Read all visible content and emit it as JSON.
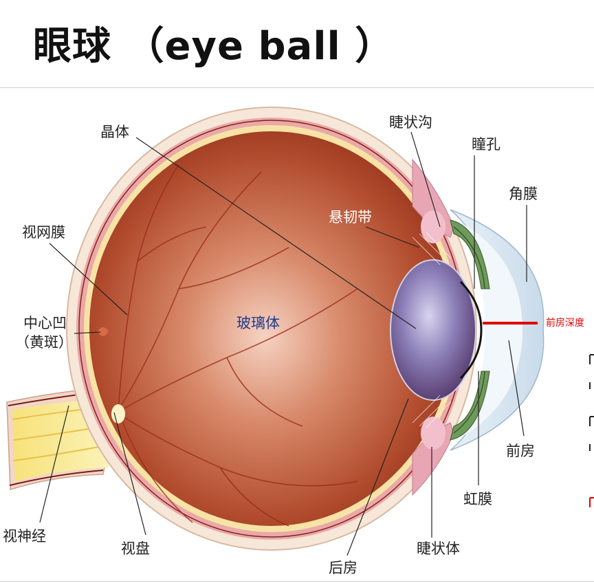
{
  "title": "眼球  （eye ball ）",
  "labels": {
    "lens": "晶体",
    "ciliary_sulcus": "睫状沟",
    "pupil": "瞳孔",
    "cornea": "角膜",
    "zonule": "悬韧带",
    "retina": "视网膜",
    "vitreous": "玻璃体",
    "fovea_line1": "中心凹",
    "fovea_line2": "（黄斑）",
    "anterior_chamber_depth": "前房深度",
    "optic_nerve": "视神经",
    "optic_disc": "视盘",
    "posterior_chamber": "后房",
    "ciliary_body": "睫状体",
    "iris": "虹膜",
    "anterior_chamber": "前房"
  },
  "colors": {
    "depth_marker": "#e00000",
    "vitreous_text": "#1f3b8f"
  }
}
